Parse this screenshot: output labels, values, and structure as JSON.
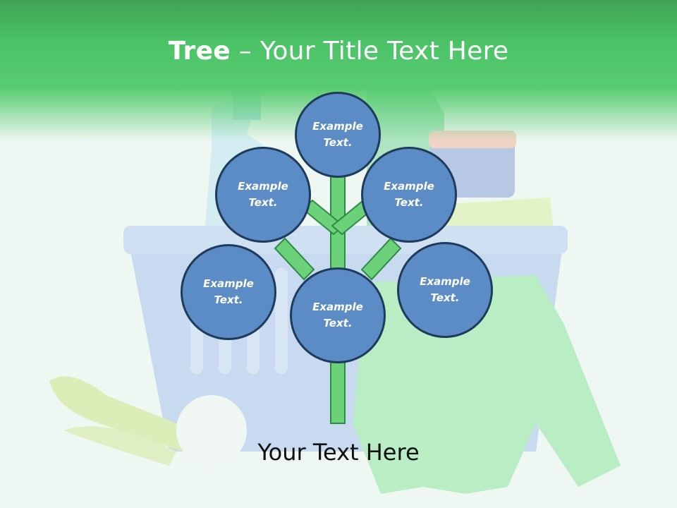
{
  "slide": {
    "title_bold": "Tree",
    "title_rest": " – Your Title Text Here",
    "footer": "Your Text Here"
  },
  "nodes": [
    {
      "id": "top",
      "text": "Example Text."
    },
    {
      "id": "upper-left",
      "text": "Example Text."
    },
    {
      "id": "upper-right",
      "text": "Example Text."
    },
    {
      "id": "lower-left",
      "text": "Example Text."
    },
    {
      "id": "center",
      "text": "Example Text."
    },
    {
      "id": "lower-right",
      "text": "Example Text."
    }
  ],
  "colors": {
    "header_green": "#4cc367",
    "stem_green": "#6bd27a",
    "stem_outline": "#2e8a45",
    "node_fill": "#5b8cc5",
    "node_border": "#1f3b5c"
  }
}
